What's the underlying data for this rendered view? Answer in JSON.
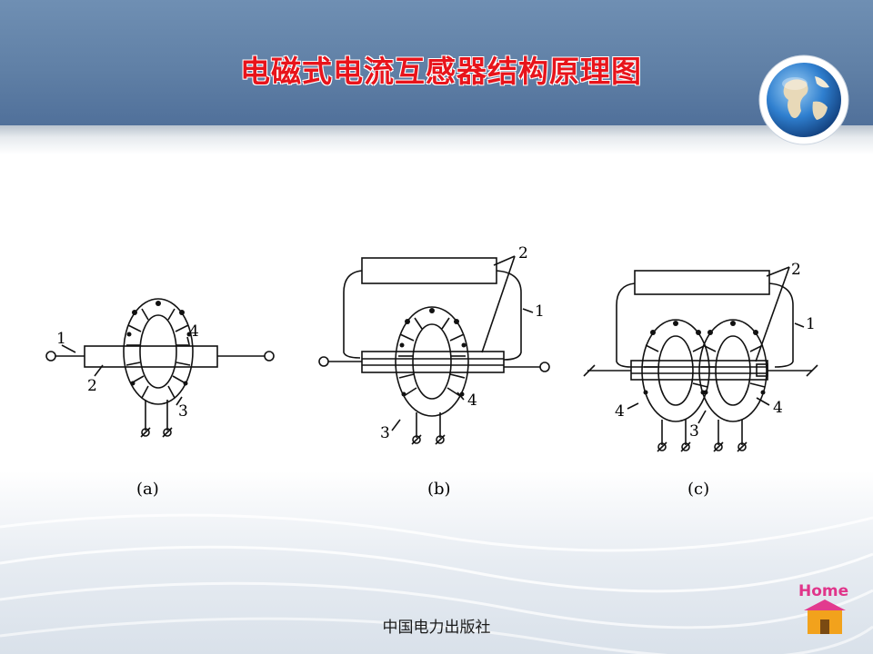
{
  "slide": {
    "title": "电磁式电流互感器结构原理图",
    "footer": "中国电力出版社",
    "home_label": "Home",
    "title_color": "#e8141b"
  },
  "diagram": {
    "captions": [
      "(a)",
      "(b)",
      "(c)"
    ],
    "a": {
      "labels": [
        "1",
        "2",
        "3",
        "4"
      ]
    },
    "b": {
      "labels": [
        "1",
        "2",
        "3",
        "4"
      ]
    },
    "c": {
      "labels": [
        "1",
        "2",
        "3",
        "4",
        "4"
      ]
    }
  },
  "icons": {
    "globe": "globe-icon",
    "home": "home-icon"
  }
}
